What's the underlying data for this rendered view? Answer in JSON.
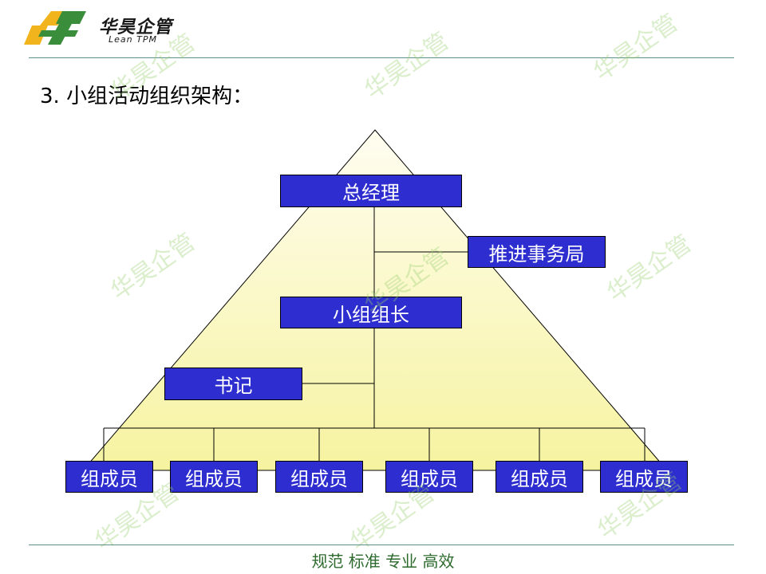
{
  "logo": {
    "cn": "华昊企管",
    "en": "Lean TPM"
  },
  "title": "3. 小组活动组织架构：",
  "org": {
    "gm": "总经理",
    "office": "推进事务局",
    "leader": "小组组长",
    "secretary": "书记",
    "members": [
      "组成员",
      "组成员",
      "组成员",
      "组成员",
      "组成员",
      "组成员"
    ]
  },
  "watermark": "华昊企管",
  "footer": "规范 标准 专业 高效",
  "colors": {
    "box": "#2e2ed0",
    "pyramid_top": "#fffdf0",
    "pyramid_bottom": "#f6f3a0",
    "footer_text": "#2d6a2d"
  }
}
